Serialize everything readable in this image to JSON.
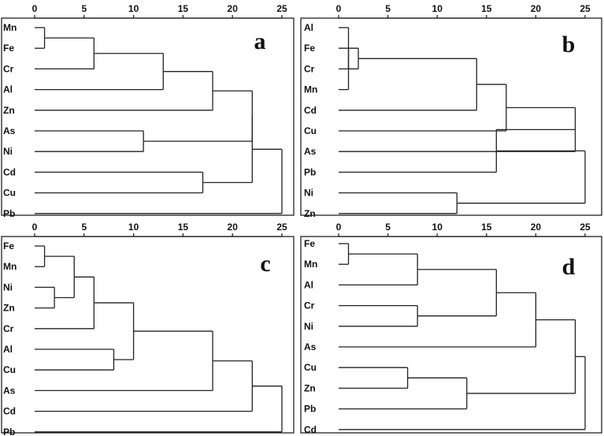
{
  "chart_data": [
    {
      "type": "dendrogram",
      "panel_label": "a",
      "xlim": [
        0,
        25
      ],
      "x_ticks": [
        "0",
        "5",
        "10",
        "15",
        "20",
        "25"
      ],
      "leaves": [
        "Mn",
        "Fe",
        "Cr",
        "Al",
        "Zn",
        "As",
        "Ni",
        "Cd",
        "Cu",
        "Pb"
      ],
      "merges": [
        {
          "a": "L0",
          "b": "L1",
          "height": 1
        },
        {
          "a": "M0",
          "b": "L2",
          "height": 6
        },
        {
          "a": "M1",
          "b": "L3",
          "height": 13
        },
        {
          "a": "M2",
          "b": "L4",
          "height": 18
        },
        {
          "a": "L5",
          "b": "L6",
          "height": 11
        },
        {
          "a": "M3",
          "b": "M4",
          "height": 22
        },
        {
          "a": "L7",
          "b": "L8",
          "height": 17
        },
        {
          "a": "M5",
          "b": "M6",
          "height": 22
        },
        {
          "a": "M7",
          "b": "L9",
          "height": 25
        }
      ]
    },
    {
      "type": "dendrogram",
      "panel_label": "b",
      "xlim": [
        0,
        25
      ],
      "x_ticks": [
        "0",
        "5",
        "10",
        "15",
        "20",
        "25"
      ],
      "leaves": [
        "Al",
        "Fe",
        "Cr",
        "Mn",
        "Cd",
        "Cu",
        "As",
        "Pb",
        "Ni",
        "Zn"
      ],
      "merges": [
        {
          "a": "L0",
          "b": "L2",
          "height": 1
        },
        {
          "a": "M0",
          "b": "L3",
          "height": 1
        },
        {
          "a": "M1",
          "b": "L1",
          "height": 2
        },
        {
          "a": "M2",
          "b": "L4",
          "height": 14
        },
        {
          "a": "M3",
          "b": "L5",
          "height": 17
        },
        {
          "a": "M4",
          "b": "L6",
          "height": 24
        },
        {
          "a": "M5",
          "b": "L7",
          "height": 16
        },
        {
          "a": "L8",
          "b": "L9",
          "height": 12
        },
        {
          "a": "M6",
          "b": "M7",
          "height": 25
        }
      ]
    },
    {
      "type": "dendrogram",
      "panel_label": "c",
      "xlim": [
        0,
        25
      ],
      "x_ticks": [
        "0",
        "5",
        "10",
        "15",
        "20",
        "25"
      ],
      "leaves": [
        "Fe",
        "Mn",
        "Ni",
        "Zn",
        "Cr",
        "Al",
        "Cu",
        "As",
        "Cd",
        "Pb"
      ],
      "merges": [
        {
          "a": "L0",
          "b": "L1",
          "height": 1
        },
        {
          "a": "L2",
          "b": "L3",
          "height": 2
        },
        {
          "a": "M0",
          "b": "M1",
          "height": 4
        },
        {
          "a": "M2",
          "b": "L4",
          "height": 6
        },
        {
          "a": "L5",
          "b": "L6",
          "height": 8
        },
        {
          "a": "M3",
          "b": "M4",
          "height": 10
        },
        {
          "a": "M5",
          "b": "L7",
          "height": 18
        },
        {
          "a": "M6",
          "b": "L8",
          "height": 22
        },
        {
          "a": "M7",
          "b": "L9",
          "height": 25
        }
      ]
    },
    {
      "type": "dendrogram",
      "panel_label": "d",
      "xlim": [
        0,
        25
      ],
      "x_ticks": [
        "0",
        "5",
        "10",
        "15",
        "20",
        "25"
      ],
      "leaves": [
        "Fe",
        "Mn",
        "Al",
        "Cr",
        "Ni",
        "As",
        "Cu",
        "Zn",
        "Pb",
        "Cd"
      ],
      "merges": [
        {
          "a": "L0",
          "b": "L1",
          "height": 1
        },
        {
          "a": "L3",
          "b": "L4",
          "height": 8
        },
        {
          "a": "M0",
          "b": "L2",
          "height": 8
        },
        {
          "a": "M2",
          "b": "M1",
          "height": 16
        },
        {
          "a": "M3",
          "b": "L5",
          "height": 20
        },
        {
          "a": "L6",
          "b": "L7",
          "height": 7
        },
        {
          "a": "M5",
          "b": "L8",
          "height": 13
        },
        {
          "a": "M4",
          "b": "M6",
          "height": 24
        },
        {
          "a": "M7",
          "b": "L9",
          "height": 25
        }
      ]
    }
  ]
}
